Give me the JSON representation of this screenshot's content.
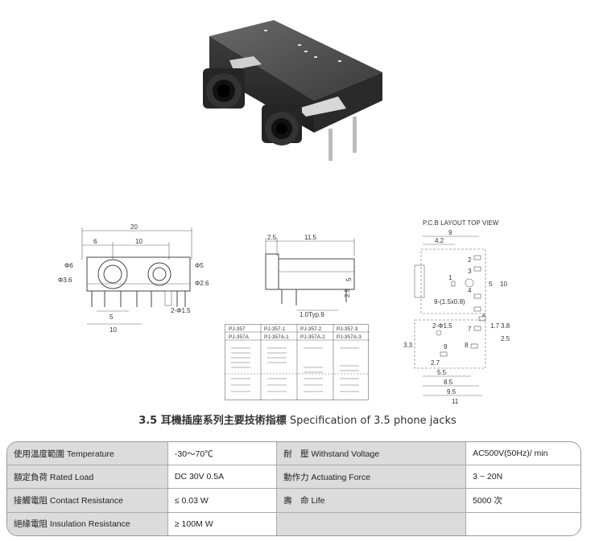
{
  "photo": {
    "alt": "3.5 phone jack component photo"
  },
  "front_view": {
    "dims": [
      "20",
      "6",
      "10",
      "Φ6",
      "Φ3.6",
      "Φ5",
      "Φ2.6",
      "2-Φ1.5",
      "5",
      "10"
    ]
  },
  "side_view": {
    "dims": [
      "2.5",
      "11.5",
      "5",
      "2.5",
      "1.0Typ.9"
    ]
  },
  "pcb_layout": {
    "header": "P.C.B LAYOUT   TOP VIEW",
    "dims": [
      "9",
      "4.2",
      "1",
      "2",
      "3",
      "5",
      "10",
      "9-(1.5x0.8)",
      "6",
      "2-Φ1.5",
      "7",
      "1.7",
      "3.8",
      "2.5",
      "3.3",
      "8",
      "9",
      "2.7",
      "5.5",
      "8.5",
      "9.5",
      "11",
      "4"
    ]
  },
  "schematic": {
    "models_top": [
      "PJ-357",
      "PJ-357-1",
      "PJ-357-2",
      "PJ-357-3"
    ],
    "models_bottom": [
      "PJ-357A",
      "PJ-357A-1",
      "PJ-357A-2",
      "PJ-357A-3"
    ]
  },
  "title": {
    "cn": "3.5 耳機插座系列主要技術指標",
    "en": "Specification of 3.5 phone jacks"
  },
  "spec_rows": [
    {
      "label": "使用溫度範圍 Temperature",
      "value": "-30～70℃",
      "label2": "耐　壓  Withstand Voltage",
      "value2": "AC500V(50Hz)/ min"
    },
    {
      "label": "額定負荷  Rated Load",
      "value": "DC  30V  0.5A",
      "label2": "動作力  Actuating Force",
      "value2": "3 ~ 20N"
    },
    {
      "label": "接觸電阻  Contact Resistance",
      "value": "≤ 0.03 W",
      "label2": "壽　命  Life",
      "value2": "5000 次"
    },
    {
      "label": "絕緣電阻  Insulation Resistance",
      "value": "≥ 100M W",
      "label2": "",
      "value2": ""
    }
  ]
}
